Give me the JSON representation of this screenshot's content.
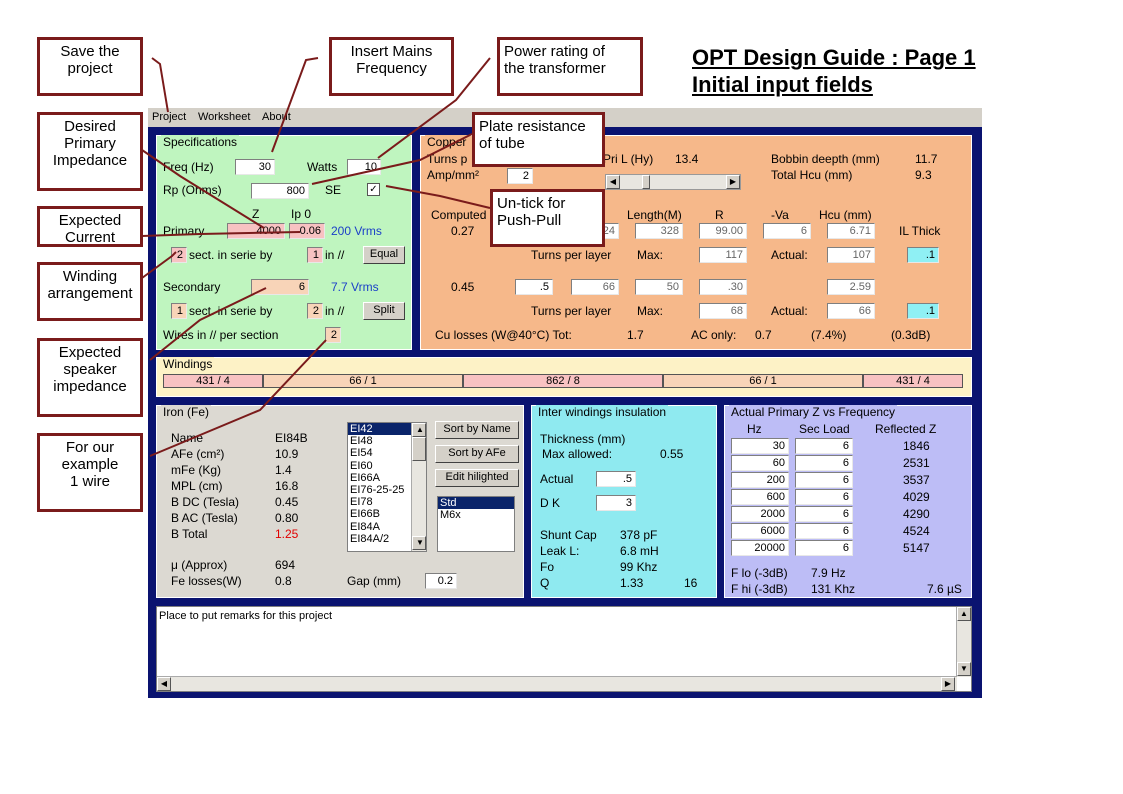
{
  "guide": {
    "title_line1": "OPT Design Guide : Page 1",
    "title_line2": "Initial input fields"
  },
  "callouts": {
    "save": "Save the\nproject",
    "mains": "Insert Mains\nFrequency",
    "power": "Power rating of\nthe transformer",
    "primary_imp": "Desired\nPrimary\nImpedance",
    "plate": "Plate resistance\nof tube",
    "untick": "Un-tick for\nPush-Pull",
    "current": "Expected\nCurrent",
    "winding": "Winding\narrangement",
    "speaker": "Expected\nspeaker\nimpedance",
    "example": "For our\nexample\n1 wire"
  },
  "menu": {
    "project": "Project",
    "worksheet": "Worksheet",
    "about": "About"
  },
  "specs": {
    "title": "Specifications",
    "freq_label": "Freq (Hz)",
    "freq_value": "30",
    "watts_label": "Watts",
    "watts_value": "10",
    "rp_label": "Rp (Ohms)",
    "rp_value": "800",
    "se_label": "SE",
    "se_checked": "✓",
    "z_header": "Z",
    "ip_header": "Ip 0",
    "primary_label": "Primary",
    "primary_z": "4000",
    "primary_ip": "0.06",
    "primary_vrms": "200 Vrms",
    "p_sect": "2",
    "sect_label": "sect. in serie by",
    "p_in": "1",
    "in_label": "in //",
    "equal_btn": "Equal",
    "secondary_label": "Secondary",
    "secondary_z": "6",
    "secondary_vrms": "7.7 Vrms",
    "s_sect": "1",
    "s_in": "2",
    "split_btn": "Split",
    "wires_label": "Wires in // per section",
    "wires_value": "2"
  },
  "copper": {
    "title": "Copper",
    "turns_label": "Turns p",
    "amp_label": "Amp/mm²",
    "amp_value": "2",
    "pril_label": "Pri L (Hy)",
    "pril_value": "13.4",
    "bobbin_label": "Bobbin deepth (mm)",
    "bobbin_value": "11.7",
    "hcu_total_label": "Total Hcu (mm)",
    "hcu_total_value": "9.3",
    "computed_label": "Computed",
    "hdr_length": "Length(M)",
    "hdr_r": "R",
    "hdr_va": "-Va",
    "hdr_hcu": "Hcu (mm)",
    "hdr_il": "IL Thick",
    "row1": {
      "computed": "0.27",
      "c2": "24",
      "length": "328",
      "r": "99.00",
      "va": "6",
      "hcu": "6.71",
      "il": ".1",
      "tpl_label": "Turns per layer",
      "max_label": "Max:",
      "max": "117",
      "actual_label": "Actual:",
      "actual": "107"
    },
    "row2": {
      "computed": "0.45",
      "c1": ".5",
      "c2": "66",
      "length": "50",
      "r": ".30",
      "hcu": "2.59",
      "il": ".1",
      "tpl_label": "Turns per layer",
      "max_label": "Max:",
      "max": "68",
      "actual_label": "Actual:",
      "actual": "66"
    },
    "losses_label": "Cu losses (W@40°C) Tot:",
    "losses_tot": "1.7",
    "ac_label": "AC only:",
    "ac_value": "0.7",
    "ac_pct": "(7.4%)",
    "ac_db": "(0.3dB)"
  },
  "windings": {
    "title": "Windings",
    "segments": [
      "431 / 4",
      "66 / 1",
      "862 / 8",
      "66 / 1",
      "431 / 4"
    ]
  },
  "iron": {
    "title": "Iron (Fe)",
    "rows": [
      {
        "label": "Name",
        "value": "EI84B"
      },
      {
        "label": "AFe (cm²)",
        "value": "10.9"
      },
      {
        "label": "mFe (Kg)",
        "value": "1.4"
      },
      {
        "label": "MPL (cm)",
        "value": "16.8"
      },
      {
        "label": "B DC (Tesla)",
        "value": "0.45"
      },
      {
        "label": "B AC (Tesla)",
        "value": "0.80"
      },
      {
        "label": "B Total",
        "value": "1.25"
      }
    ],
    "mu_label": "μ (Approx)",
    "mu_value": "694",
    "fe_label": "Fe losses(W)",
    "fe_value": "0.8",
    "gap_label": "Gap (mm)",
    "gap_value": "0.2",
    "core_list": [
      "EI42",
      "EI48",
      "EI54",
      "EI60",
      "EI66A",
      "EI76-25-25",
      "EI78",
      "EI66B",
      "EI84A",
      "EI84A/2"
    ],
    "sort_name_btn": "Sort by Name",
    "sort_afe_btn": "Sort by AFe",
    "edit_btn": "Edit hilighted",
    "type_list": [
      "Std",
      "M6x"
    ]
  },
  "insulation": {
    "title": "Inter windings insulation",
    "thickness_label": "Thickness (mm)",
    "max_label": "Max allowed:",
    "max_value": "0.55",
    "actual_label": "Actual",
    "actual_value": ".5",
    "dk_label": "D K",
    "dk_value": "3",
    "shunt_label": "Shunt Cap",
    "shunt_value": "378 pF",
    "leak_label": "Leak L:",
    "leak_value": "6.8 mH",
    "fo_label": "Fo",
    "fo_value": "99 Khz",
    "q_label": "Q",
    "q_value": "1.33",
    "q_extra": "16"
  },
  "freqz": {
    "title": "Actual Primary Z vs Frequency",
    "hdr_hz": "Hz",
    "hdr_load": "Sec Load",
    "hdr_refl": "Reflected Z",
    "rows": [
      {
        "hz": "30",
        "load": "6",
        "z": "1846"
      },
      {
        "hz": "60",
        "load": "6",
        "z": "2531"
      },
      {
        "hz": "200",
        "load": "6",
        "z": "3537"
      },
      {
        "hz": "600",
        "load": "6",
        "z": "4029"
      },
      {
        "hz": "2000",
        "load": "6",
        "z": "4290"
      },
      {
        "hz": "6000",
        "load": "6",
        "z": "4524"
      },
      {
        "hz": "20000",
        "load": "6",
        "z": "5147"
      }
    ],
    "flo_label": "F lo (-3dB)",
    "flo_value": "7.9 Hz",
    "fhi_label": "F hi (-3dB)",
    "fhi_value": "131 Khz",
    "rise_value": "7.6 µS"
  },
  "remarks": {
    "text": "Place to put remarks for this project"
  }
}
